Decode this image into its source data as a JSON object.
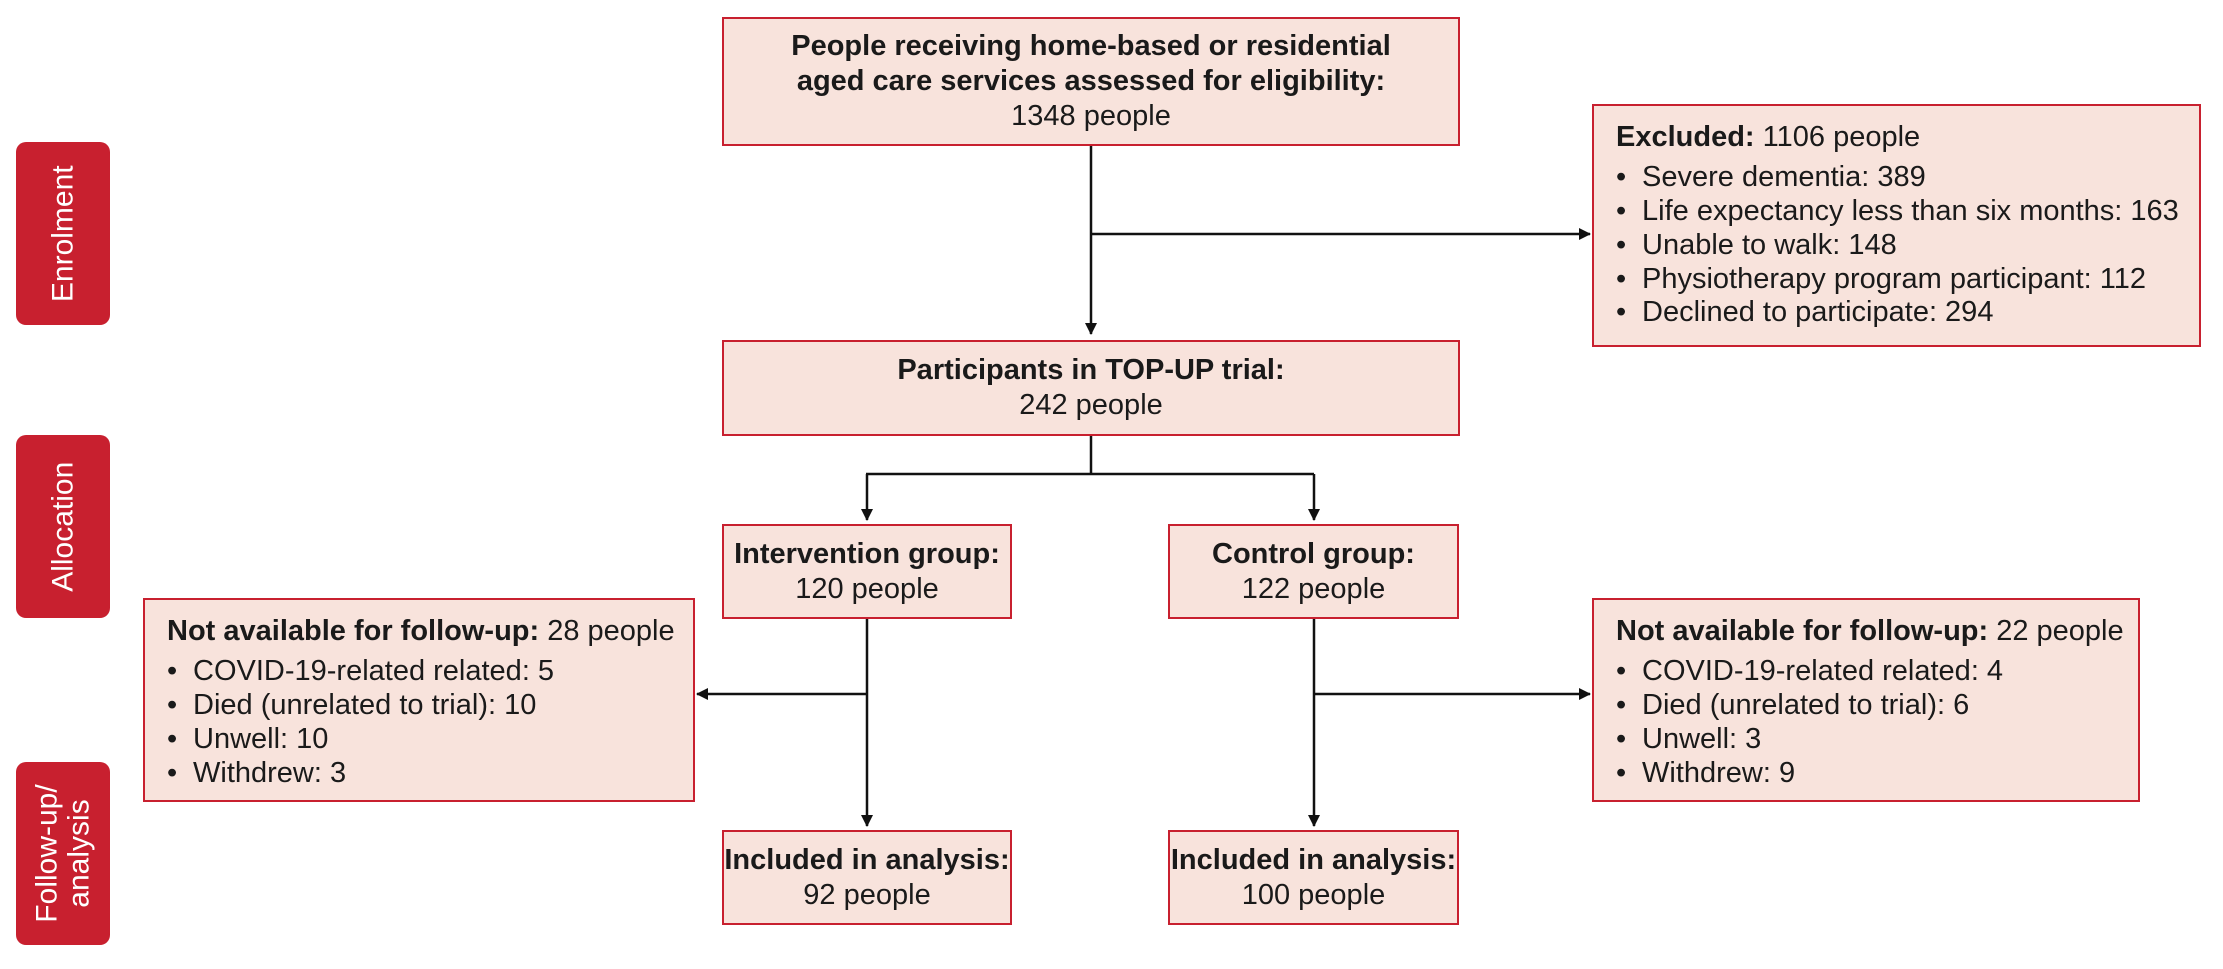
{
  "stages": {
    "enrolment": "Enrolment",
    "allocation": "Allocation",
    "followup_line1": "Follow-up/",
    "followup_line2": "analysis"
  },
  "assessed": {
    "line1": "People receiving home-based or residential",
    "line2": "aged care services assessed for eligibility:",
    "count": "1348 people"
  },
  "excluded": {
    "heading": "Excluded:",
    "count": "1106 people",
    "items": [
      "Severe dementia: 389",
      "Life expectancy less than six months: 163",
      "Unable to walk: 148",
      "Physiotherapy program participant: 112",
      "Declined to participate: 294"
    ]
  },
  "participants": {
    "heading": "Participants in TOP-UP trial:",
    "count": "242 people"
  },
  "intervention": {
    "heading": "Intervention group:",
    "count": "120 people"
  },
  "control": {
    "heading": "Control group:",
    "count": "122 people"
  },
  "not_available_intervention": {
    "heading": "Not available for follow-up:",
    "count": "28 people",
    "items": [
      "COVID-19-related related: 5",
      "Died (unrelated to trial): 10",
      "Unwell: 10",
      "Withdrew: 3"
    ]
  },
  "not_available_control": {
    "heading": "Not available for follow-up:",
    "count": "22 people",
    "items": [
      "COVID-19-related related: 4",
      "Died (unrelated to trial): 6",
      "Unwell: 3",
      "Withdrew: 9"
    ]
  },
  "analysis_intervention": {
    "heading": "Included in analysis:",
    "count": "92 people"
  },
  "analysis_control": {
    "heading": "Included in analysis:",
    "count": "100 people"
  },
  "colors": {
    "accent": "#c8202f",
    "box_fill": "#f8e3dc",
    "arrow": "#111111"
  }
}
